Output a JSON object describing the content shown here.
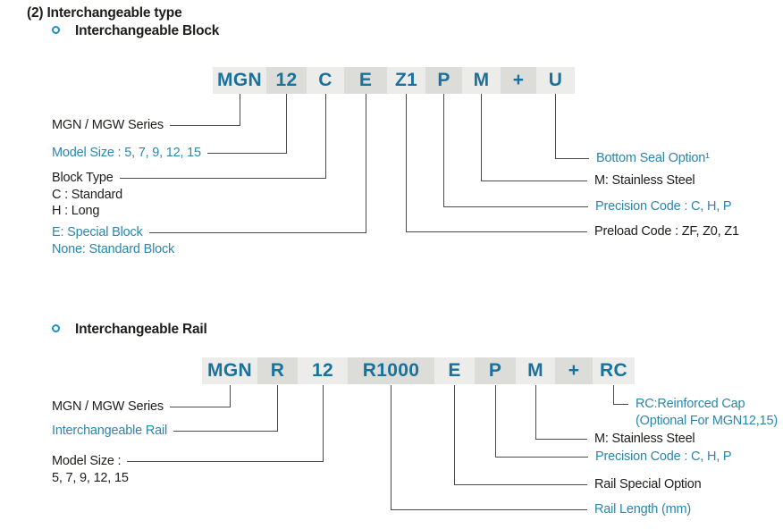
{
  "page_title": "(2) Interchangeable type",
  "colors": {
    "code_text_teal": "#19719c",
    "label_blue": "#2a86ad",
    "label_black": "#1d1d1b",
    "box_light_gray": "#ecedeb",
    "box_dark_gray": "#dcddd9",
    "bullet_blue": "#1b90c6",
    "leader_line_gray": "#4a4a4a"
  },
  "block_section": {
    "heading": "Interchangeable Block",
    "code": [
      "MGN",
      "12",
      "C",
      "E",
      "Z1",
      "P",
      "M",
      "+",
      "U"
    ],
    "callouts": {
      "series": "MGN / MGW Series",
      "model_size": "Model Size : 5, 7, 9, 12, 15",
      "block_type": [
        "Block Type",
        "C : Standard",
        "H : Long"
      ],
      "special_block": [
        "E: Special Block",
        "None: Standard Block"
      ],
      "bottom_seal": "Bottom Seal Option¹",
      "stainless": "M: Stainless Steel",
      "precision": "Precision Code : C, H, P",
      "preload": "Preload Code : ZF, Z0, Z1"
    }
  },
  "rail_section": {
    "heading": "Interchangeable Rail",
    "code": [
      "MGN",
      "R",
      "12",
      "R1000",
      "E",
      "P",
      "M",
      "+",
      "RC"
    ],
    "callouts": {
      "series": "MGN / MGW Series",
      "interchangeable_rail": "Interchangeable Rail",
      "model_size": [
        "Model Size :",
        "5, 7, 9, 12, 15"
      ],
      "reinforced_cap": [
        "RC:Reinforced Cap",
        "(Optional For MGN12,15)"
      ],
      "stainless": "M: Stainless Steel",
      "precision": "Precision Code : C, H, P",
      "rail_special": "Rail Special Option",
      "rail_length": "Rail Length (mm)"
    }
  }
}
